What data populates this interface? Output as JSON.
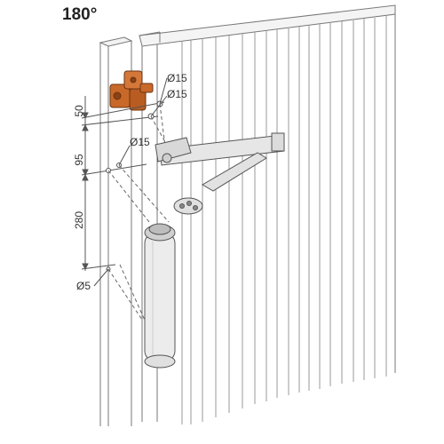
{
  "angle": "180°",
  "dimensions": {
    "d1": "50",
    "d2": "95",
    "d3": "280"
  },
  "diameters": {
    "top_a": "Ø15",
    "top_b": "Ø15",
    "mid": "Ø15",
    "bottom": "Ø5"
  },
  "colors": {
    "bracket": "#c8692a",
    "line": "#555555",
    "cylinder": "#e8e8e8"
  }
}
